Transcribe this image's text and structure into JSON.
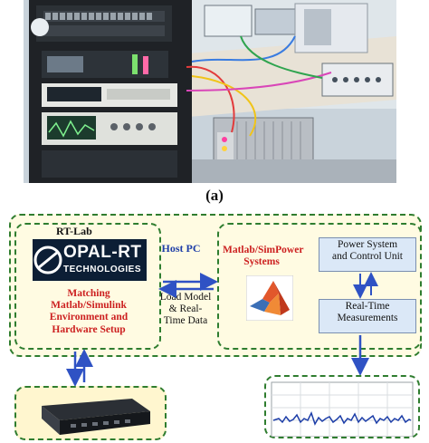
{
  "caption": "(a)",
  "diagram": {
    "rtlab_title": "RT-Lab",
    "opal_logo_text": "OPAL-RT",
    "opal_logo_subtext": "TECHNOLOGIES",
    "matching_line1": "Matching",
    "matching_line2": "Matlab/Simulink",
    "matching_line3": "Environment and",
    "matching_line4": "Hardware Setup",
    "host_pc": "Host PC",
    "load_line1": "Load Model",
    "load_line2": "& Real-",
    "load_line3": "Time Data",
    "matlab_line1": "Matlab/SimPower",
    "matlab_line2": "Systems",
    "power_line1": "Power System",
    "power_line2": "and Control Unit",
    "rt_line1": "Real-Time",
    "rt_line2": "Measurements"
  },
  "colors": {
    "dashed_border": "#2f7d2f",
    "box_fill": "#fffbe2",
    "red_text": "#cc1f1f",
    "blue_text": "#1e3ea8",
    "arrow": "#2f52c4",
    "unit_box_fill": "#dbe8f7"
  },
  "icons": [
    "matlab-logo-icon",
    "opal-rt-logo-icon",
    "oscilloscope-waveform-icon",
    "hardware-target-icon"
  ]
}
